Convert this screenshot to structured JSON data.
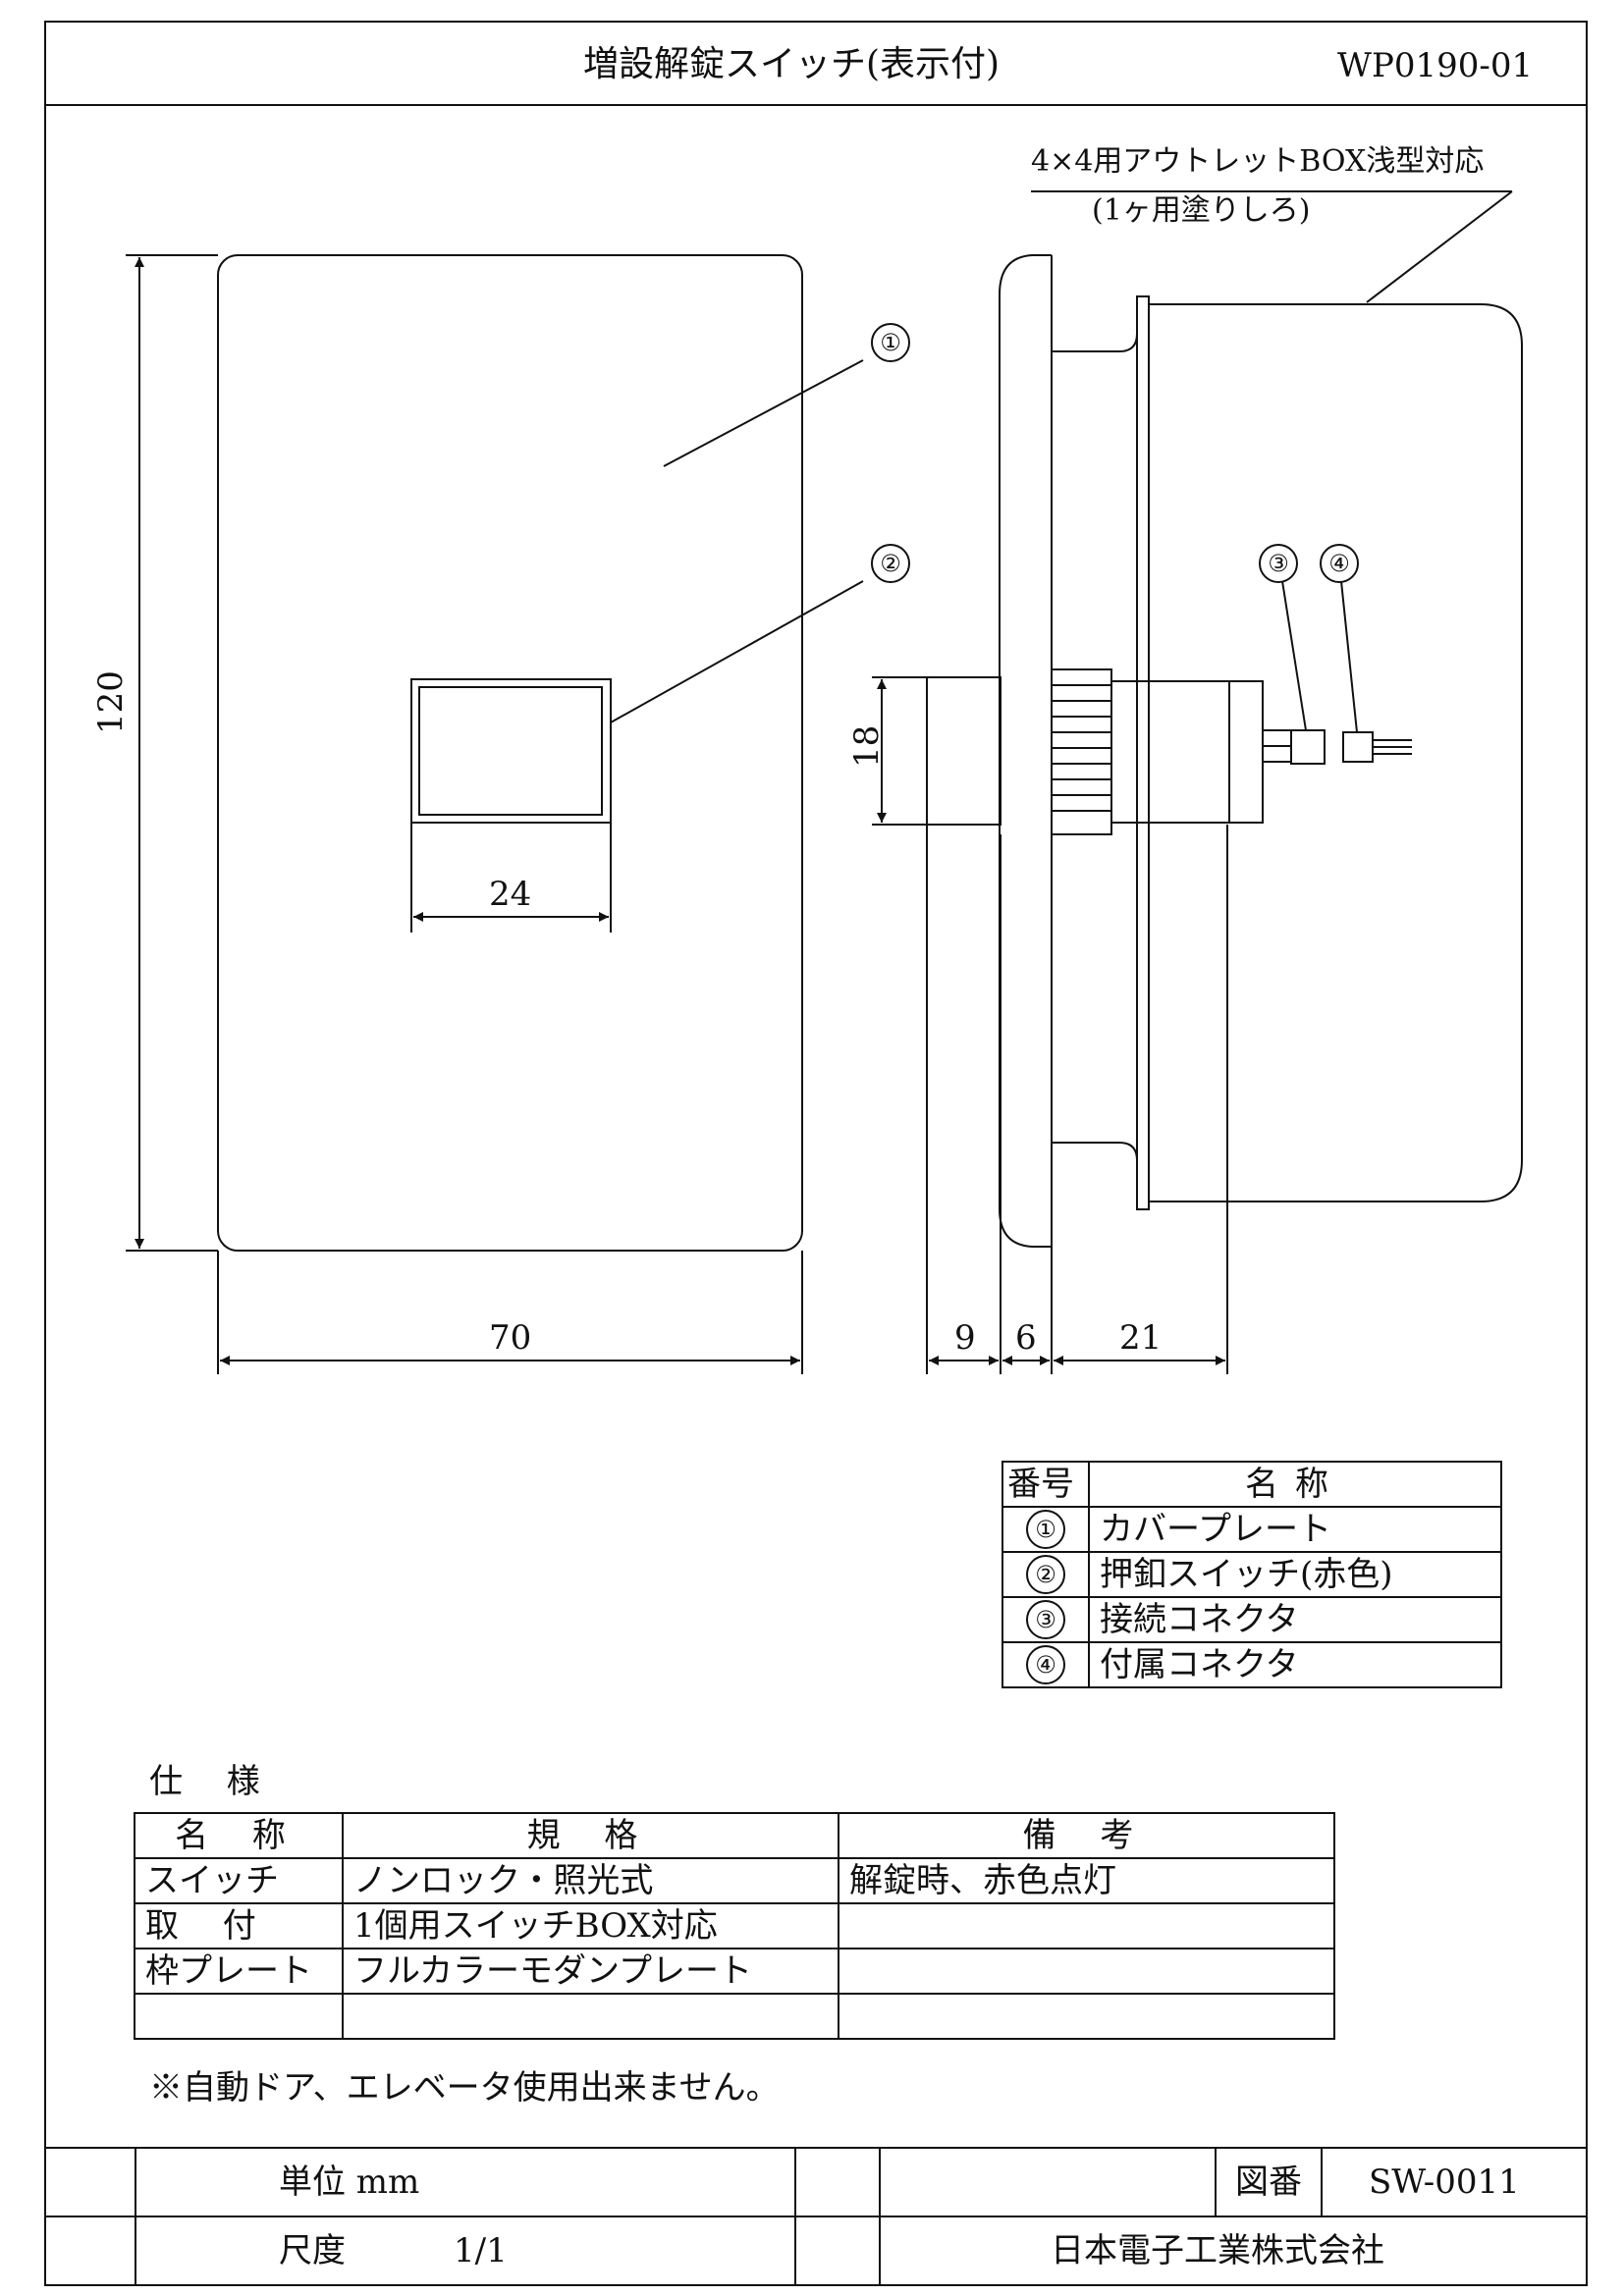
{
  "title": "増設解錠スイッチ(表示付)",
  "doc_code": "WP0190-01",
  "box_note": {
    "line1": "4×4用アウトレットBOX浅型対応",
    "line2": "(1ヶ用塗りしろ)"
  },
  "dimensions": {
    "height": "120",
    "width": "70",
    "button_width": "24",
    "button_height": "18",
    "side_a": "9",
    "side_b": "6",
    "side_c": "21"
  },
  "callouts": [
    "①",
    "②",
    "③",
    "④"
  ],
  "parts_table": {
    "headers": [
      "番号",
      "名称"
    ],
    "rows": [
      {
        "no": "①",
        "name": "カバープレート"
      },
      {
        "no": "②",
        "name": "押釦スイッチ(赤色)"
      },
      {
        "no": "③",
        "name": "接続コネクタ"
      },
      {
        "no": "④",
        "name": "付属コネクタ"
      }
    ]
  },
  "spec": {
    "heading": "仕 様",
    "headers": [
      "名 称",
      "規 格",
      "備 考"
    ],
    "rows": [
      [
        "スイッチ",
        "ノンロック・照光式",
        "解錠時、赤色点灯"
      ],
      [
        "取 付",
        "1個用スイッチBOX対応",
        ""
      ],
      [
        "枠プレート",
        "フルカラーモダンプレート",
        ""
      ],
      [
        "",
        "",
        ""
      ]
    ],
    "note": "※自動ドア、エレベータ使用出来ません。"
  },
  "title_block": {
    "unit": "単位 mm",
    "scale_label": "尺度",
    "scale_value": "1/1",
    "drawing_no_label": "図番",
    "drawing_no": "SW-0011",
    "company": "日本電子工業株式会社"
  }
}
